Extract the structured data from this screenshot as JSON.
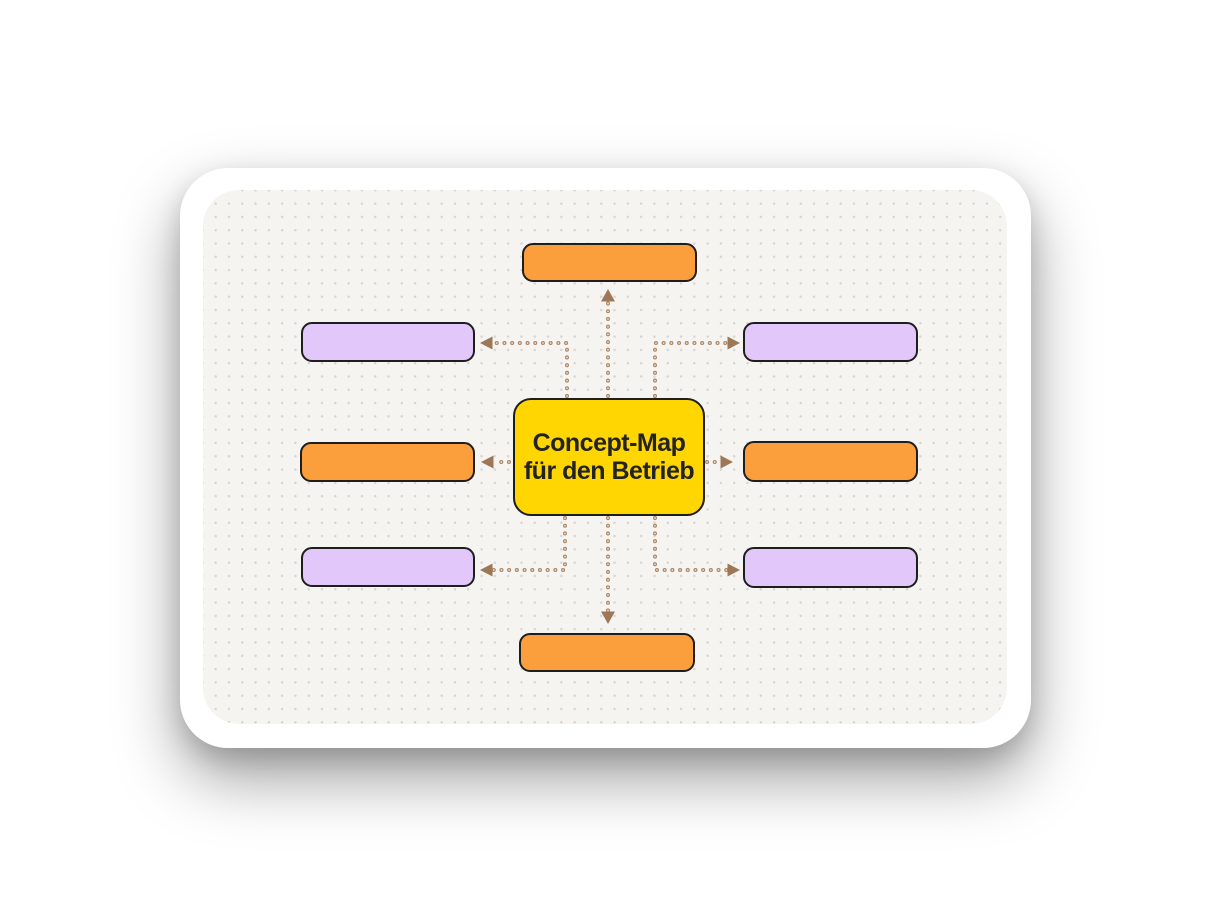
{
  "title": "Concept-Map für den Betrieb",
  "center_node": {
    "label": "Concept-Map für den Betrieb",
    "label_line1": "Concept-Map",
    "label_line2": "für den Betrieb"
  },
  "nodes": [
    {
      "id": "top",
      "color": "orange",
      "label": ""
    },
    {
      "id": "left-top",
      "color": "purple",
      "label": ""
    },
    {
      "id": "right-top",
      "color": "purple",
      "label": ""
    },
    {
      "id": "left-middle",
      "color": "orange",
      "label": ""
    },
    {
      "id": "right-middle",
      "color": "orange",
      "label": ""
    },
    {
      "id": "left-bottom",
      "color": "purple",
      "label": ""
    },
    {
      "id": "right-bottom",
      "color": "purple",
      "label": ""
    },
    {
      "id": "bottom",
      "color": "orange",
      "label": ""
    }
  ],
  "connectors": [
    {
      "from": "center",
      "to": "top"
    },
    {
      "from": "center",
      "to": "left-top"
    },
    {
      "from": "center",
      "to": "right-top"
    },
    {
      "from": "center",
      "to": "left-middle"
    },
    {
      "from": "center",
      "to": "right-middle"
    },
    {
      "from": "center",
      "to": "left-bottom"
    },
    {
      "from": "center",
      "to": "right-bottom"
    },
    {
      "from": "center",
      "to": "bottom"
    }
  ],
  "palette": {
    "card": "#FFFFFF",
    "canvas": "#F5F4F1",
    "grid_dot": "#D9D6D2",
    "yellow": "#FFD502",
    "orange": "#FB9F3D",
    "purple": "#E2C7FA",
    "node_border": "#1E1E1E",
    "text": "#232323",
    "arrow_dot": "#AC8A6B",
    "arrow_head": "#9E7757"
  }
}
